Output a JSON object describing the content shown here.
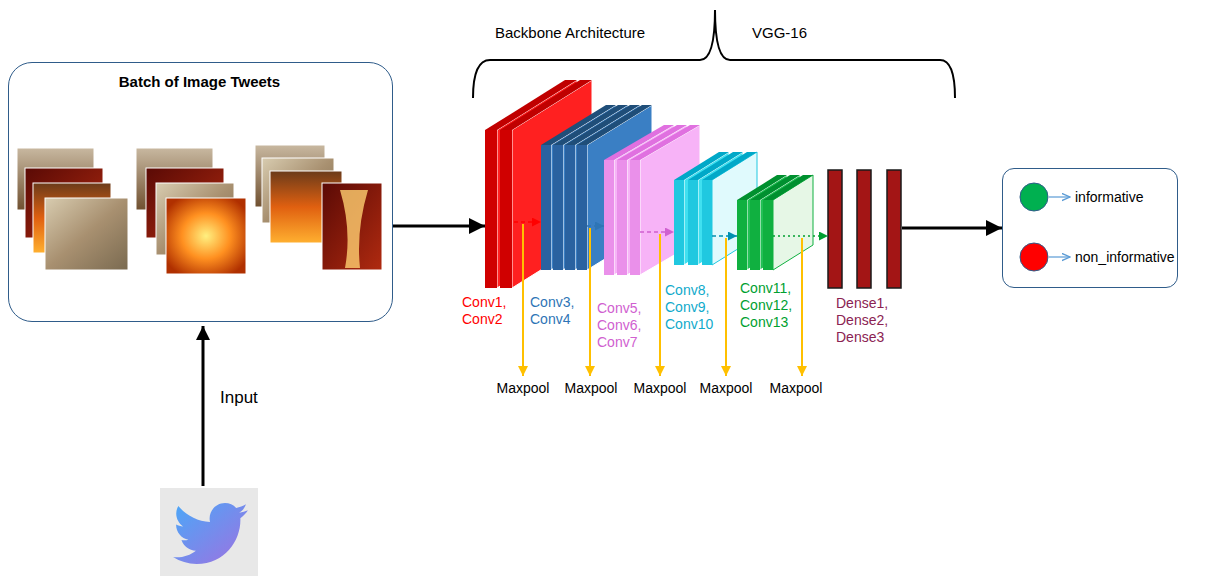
{
  "diagram": {
    "nodes": [
      {
        "text": [
          "Batch of Image Tweets"
        ]
      },
      {
        "text": [
          "Conv1, Conv2"
        ]
      },
      {
        "text": [
          "Conv3, Conv4"
        ]
      },
      {
        "text": [
          "Conv5, Conv6, Conv7"
        ]
      },
      {
        "text": [
          "Conv8, Conv9, Conv10"
        ]
      },
      {
        "text": [
          "Conv11, Conv12, Conv13"
        ]
      },
      {
        "text": [
          "Dense1, Dense2, Dense3"
        ]
      },
      {
        "text": [
          "informative",
          "non_informative"
        ]
      }
    ],
    "edges": [
      {
        "from": 0,
        "to": 1,
        "arrow": "to"
      },
      {
        "from": 1,
        "to": 2,
        "arrow": "to"
      },
      {
        "from": 2,
        "to": 3,
        "arrow": "to"
      },
      {
        "from": 3,
        "to": 4,
        "arrow": "to"
      },
      {
        "from": 4,
        "to": 5,
        "arrow": "to"
      },
      {
        "from": 5,
        "to": 6,
        "arrow": "to"
      },
      {
        "from": 6,
        "to": 7,
        "arrow": "to"
      }
    ],
    "labels": [
      "Backbone Architecture",
      "VGG-16",
      "Input",
      "Maxpool",
      "Maxpool",
      "Maxpool",
      "Maxpool",
      "Maxpool"
    ]
  }
}
